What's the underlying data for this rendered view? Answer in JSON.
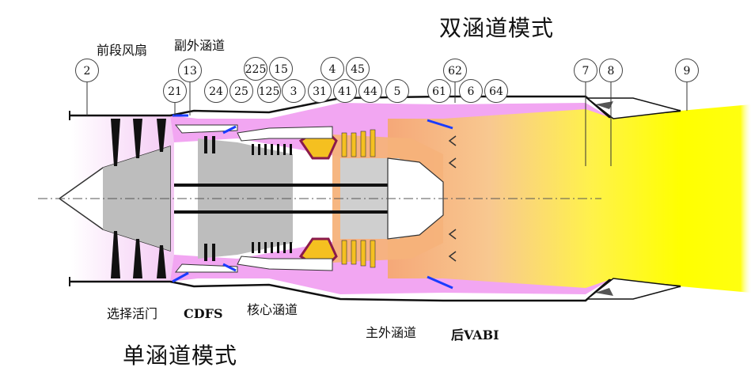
{
  "modes": {
    "dual_bypass": "双涵道模式",
    "single_bypass": "单涵道模式"
  },
  "labels": {
    "front_fan": "前段风扇",
    "secondary_bypass": "副外涵道",
    "selector_valve": "选择活门",
    "cdfs": "CDFS",
    "core_bypass": "核心涵道",
    "main_bypass": "主外涵道",
    "rear_vabi": "后VABI"
  },
  "stations": [
    "2",
    "21",
    "13",
    "24",
    "25",
    "225",
    "125",
    "15",
    "3",
    "31",
    "4",
    "41",
    "45",
    "44",
    "5",
    "61",
    "62",
    "6",
    "64",
    "7",
    "8",
    "9"
  ],
  "colors": {
    "flow_pink": "#f2a6f2",
    "core_orange": "#f5b27a",
    "exhaust_yellow": "#ffff00",
    "valve_blue": "#1a3cff"
  }
}
